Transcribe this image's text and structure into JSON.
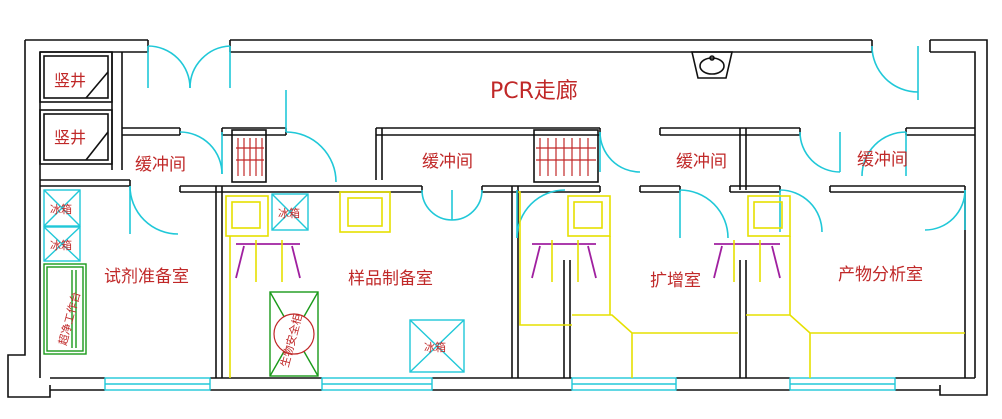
{
  "corridor_label": "PCR走廊",
  "shafts": [
    "竖井",
    "竖井"
  ],
  "buffer_rooms": [
    "缓冲间",
    "缓冲间",
    "缓冲间",
    "缓冲间"
  ],
  "rooms": {
    "reagent": "试剂准备室",
    "sample": "样品制备室",
    "amplification": "扩增室",
    "product": "产物分析室"
  },
  "fridges": [
    "冰箱",
    "冰箱",
    "冰箱",
    "冰箱"
  ],
  "clean_bench": "超净工作台",
  "bio_cabinet": "生物安全柜"
}
